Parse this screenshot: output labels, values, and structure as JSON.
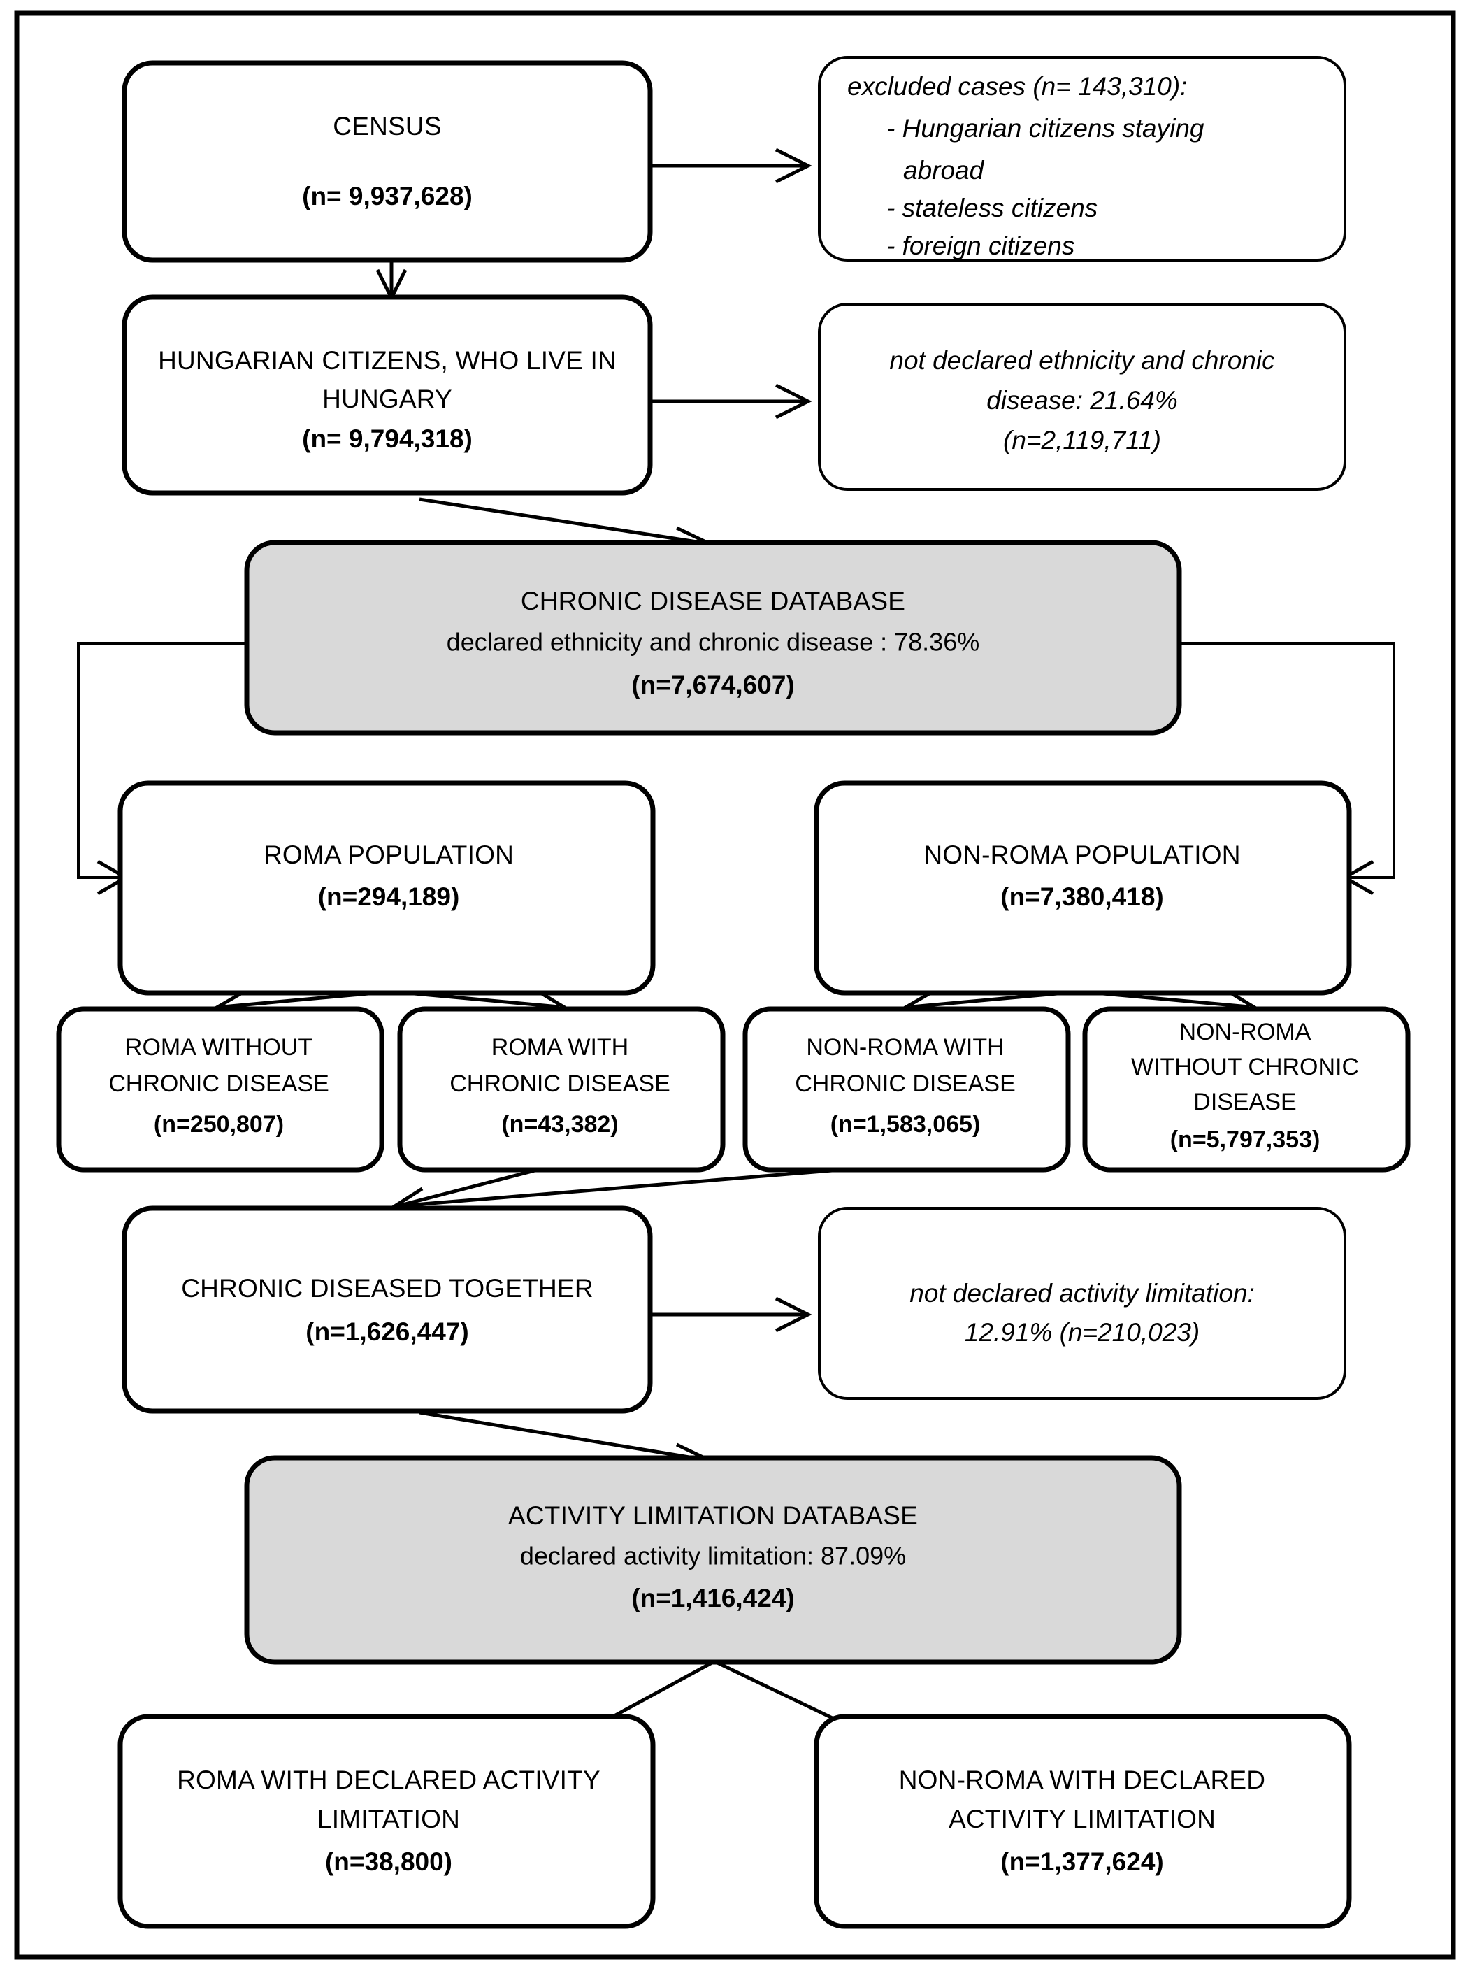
{
  "diagram": {
    "title": "Study population flow diagram",
    "colors": {
      "shaded_fill": "#d9d9d9",
      "box_fill": "#ffffff",
      "stroke": "#000000"
    },
    "nodes": {
      "census": {
        "line1": "CENSUS",
        "line2": "(n= 9,937,628)"
      },
      "excluded": {
        "line1": "excluded cases (n= 143,310):",
        "line2": "- Hungarian citizens staying",
        "line3": "abroad",
        "line4": "- stateless citizens",
        "line5": "- foreign citizens"
      },
      "hungarian_citizens": {
        "line1": "HUNGARIAN CITIZENS, WHO LIVE IN",
        "line2": "HUNGARY",
        "line3": "(n= 9,794,318)"
      },
      "not_declared_ethnicity": {
        "line1": "not declared ethnicity and chronic",
        "line2": "disease: 21.64%",
        "line3": "(n=2,119,711)"
      },
      "chronic_disease_database": {
        "line1": "CHRONIC DISEASE  DATABASE",
        "line2": "declared ethnicity and chronic disease : 78.36%",
        "line3": "(n=7,674,607)"
      },
      "roma_population": {
        "line1": "ROMA POPULATION",
        "line2": "(n=294,189)"
      },
      "non_roma_population": {
        "line1": "NON-ROMA POPULATION",
        "line2": "(n=7,380,418)"
      },
      "roma_without_cd": {
        "line1": "ROMA WITHOUT",
        "line2": "CHRONIC DISEASE",
        "line3": "(n=250,807)"
      },
      "roma_with_cd": {
        "line1": "ROMA WITH",
        "line2": "CHRONIC DISEASE",
        "line3": "(n=43,382)"
      },
      "non_roma_with_cd": {
        "line1": "NON-ROMA WITH",
        "line2": "CHRONIC DISEASE",
        "line3": "(n=1,583,065)"
      },
      "non_roma_without_cd": {
        "line1": "NON-ROMA",
        "line2": "WITHOUT CHRONIC",
        "line3": "DISEASE",
        "line4": "(n=5,797,353)"
      },
      "chronic_diseased_together": {
        "line1": "CHRONIC DISEASED  TOGETHER",
        "line2": "(n=1,626,447)"
      },
      "not_declared_activity": {
        "line1": "not declared activity limitation:",
        "line2": "12.91% (n=210,023)"
      },
      "activity_limitation_database": {
        "line1": "ACTIVITY LIMITATION DATABASE",
        "line2": "declared activity limitation: 87.09%",
        "line3": "(n=1,416,424)"
      },
      "roma_with_activity_limitation": {
        "line1": "ROMA WITH DECLARED ACTIVITY",
        "line2": "LIMITATION",
        "line3": "(n=38,800)"
      },
      "non_roma_with_activity_limitation": {
        "line1": "NON-ROMA WITH DECLARED",
        "line2": "ACTIVITY LIMITATION",
        "line3": "(n=1,377,624)"
      }
    }
  }
}
